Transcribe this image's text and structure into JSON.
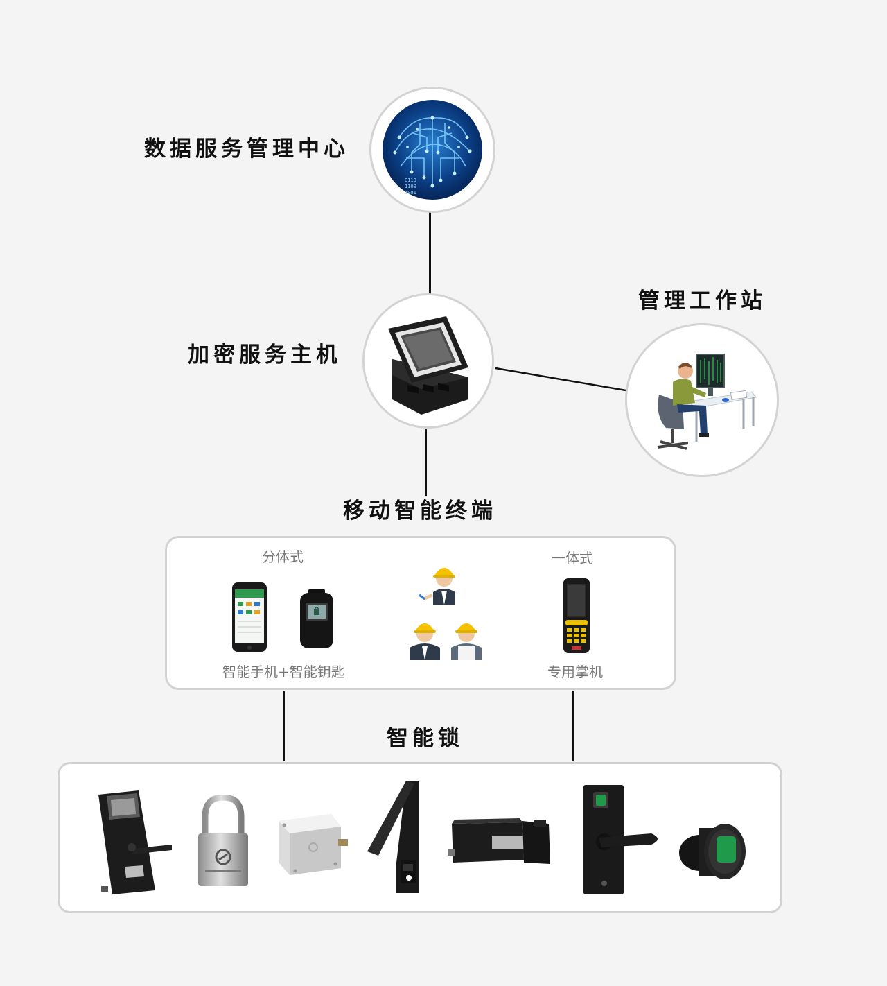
{
  "nodes": {
    "data_center": "数据服务管理中心",
    "encrypt_host": "加密服务主机",
    "workstation": "管理工作站",
    "mobile_terminal": "移动智能终端",
    "smart_lock": "智能锁"
  },
  "terminal_panel": {
    "split_type": "分体式",
    "integrated_type": "一体式",
    "split_caption": "智能手机+智能钥匙",
    "integrated_caption": "专用掌机"
  },
  "binary_text": [
    "0110",
    "1100",
    "1001"
  ],
  "colors": {
    "line": "#111111",
    "circle_border": "#d3d3d3",
    "panel_border": "#d2d2d2",
    "background": "#f3f4f3",
    "helmet": "#f5c200",
    "lock_green": "#1f9a4a"
  },
  "icons": {
    "data_center": "circuit-brain-icon",
    "encrypt_host": "encryption-host-icon",
    "workstation": "operator-at-desk-icon"
  }
}
